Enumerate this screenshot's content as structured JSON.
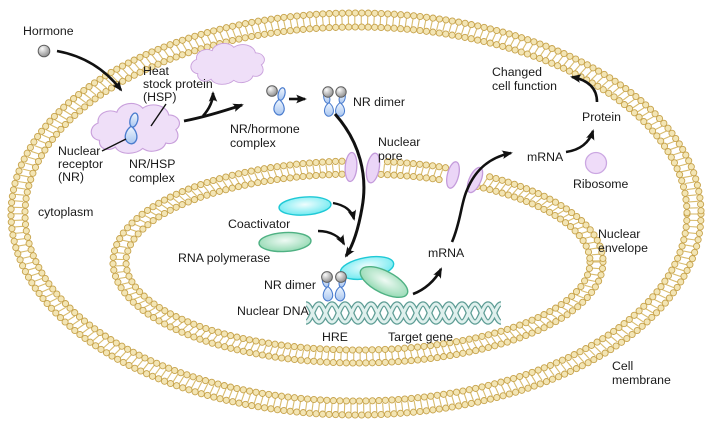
{
  "labels": {
    "hormone": "Hormone",
    "hsp": [
      "Heat",
      "stock protein",
      "(HSP)"
    ],
    "nuclear_receptor": [
      "Nuclear",
      "receptor",
      "(NR)"
    ],
    "nr_hsp_complex": [
      "NR/HSP",
      "complex"
    ],
    "cytoplasm": "cytoplasm",
    "nr_hormone_complex": [
      "NR/hormone",
      "complex"
    ],
    "nr_dimer_top": "NR dimer",
    "nuclear_pore": [
      "Nuclear",
      "pore"
    ],
    "coactivator": "Coactivator",
    "rna_polymerase": "RNA polymerase",
    "nr_dimer_dna": "NR dimer",
    "nuclear_dna": "Nuclear DNA",
    "hre": "HRE",
    "target_gene": "Target gene",
    "mrna_nucleus": "mRNA",
    "mrna_cytoplasm": "mRNA",
    "protein": "Protein",
    "ribosome": "Ribosome",
    "changed_cell_function": [
      "Changed",
      "cell function"
    ],
    "nuclear_envelope": [
      "Nuclear",
      "envelope"
    ],
    "cell_membrane": [
      "Cell",
      "membrane"
    ]
  },
  "colors": {
    "membrane_bead_fill": "#F3E5B4",
    "membrane_bead_stroke": "#C7A34C",
    "membrane_tail": "#D9BC6E",
    "cloud_fill": "#EFDFF8",
    "cloud_stroke": "#C9A0DC",
    "pore_fill": "#EBD5F7",
    "pore_stroke": "#C49BDB",
    "ribosome_fill": "#EFDCF9",
    "ribosome_stroke": "#CBA7E2",
    "nr_ribbon_stroke": "#4A7CCE",
    "coactivator_stroke": "#1FC9D6",
    "polymerase_stroke": "#4FB183",
    "dna_outline": "#5E9D95",
    "dna_inner": "#DFF0ED",
    "arrow_color": "#111111",
    "text_color": "#1A1A1A",
    "background": "#FFFFFF"
  }
}
